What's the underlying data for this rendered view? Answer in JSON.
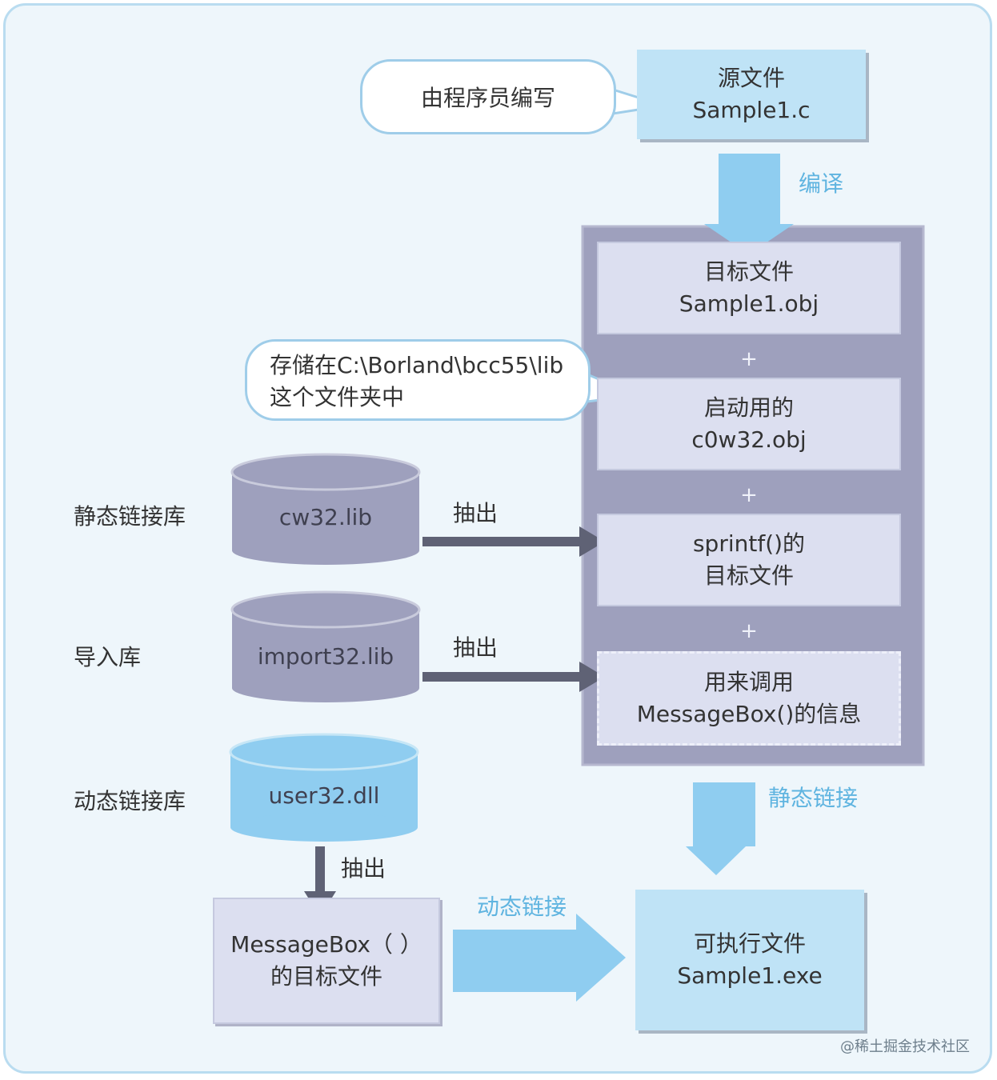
{
  "source": {
    "line1": "源文件",
    "line2": "Sample1.c"
  },
  "bubble_programmer": "由程序员编写",
  "compile_label": "编译",
  "obj_target": {
    "line1": "目标文件",
    "line2": "Sample1.obj"
  },
  "bubble_lib_path": {
    "line1": "存储在C:\\Borland\\bcc55\\lib",
    "line2": "这个文件夹中"
  },
  "obj_startup": {
    "line1": "启动用的",
    "line2": "c0w32.obj"
  },
  "obj_sprintf": {
    "line1": "sprintf()的",
    "line2": "目标文件"
  },
  "obj_messagebox_info": {
    "line1": "用来调用",
    "line2": "MessageBox()的信息"
  },
  "plus_sign": "+",
  "static_lib": {
    "category": "静态链接库",
    "name": "cw32.lib",
    "extract": "抽出"
  },
  "import_lib": {
    "category": "导入库",
    "name": "import32.lib",
    "extract": "抽出"
  },
  "dynamic_lib": {
    "category": "动态链接库",
    "name": "user32.dll",
    "extract": "抽出"
  },
  "static_link_label": "静态链接",
  "dynamic_link_label": "动态链接",
  "messagebox_obj": {
    "line1": "MessageBox（ ）",
    "line2": "的目标文件"
  },
  "executable": {
    "line1": "可执行文件",
    "line2": "Sample1.exe"
  },
  "watermark": "@稀土掘金技术社区",
  "colors": {
    "light_blue": "#bfe3f6",
    "blue_arrow": "#8fcdf0",
    "lavender": "#dcdff0",
    "gray_purple": "#9ea0bd",
    "dark_arrow": "#5f6275",
    "accent_text": "#5fb4e0"
  }
}
